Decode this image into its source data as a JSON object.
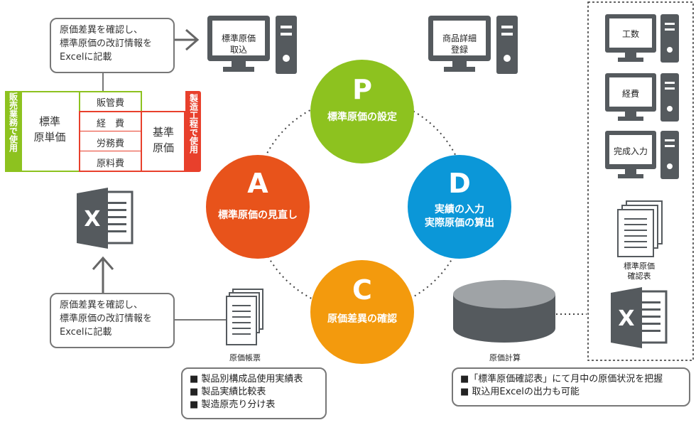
{
  "notes": {
    "top": [
      "原価差異を確認し、",
      "標準原価の改訂情報を",
      "Excelに記載"
    ],
    "bottom": [
      "原価差異を確認し、",
      "標準原価の改訂情報を",
      "Excelに記載"
    ]
  },
  "computers": {
    "import": [
      "標準原価",
      "取込"
    ],
    "product": [
      "商品詳細",
      "登録"
    ],
    "hours": "工数",
    "expense": "経費",
    "completion": "完成入力"
  },
  "table": {
    "sales_tag": "販売業務で使用",
    "mfg_tag": "製造工程で使用",
    "std_unit_cost": [
      "標準",
      "原単価"
    ],
    "base_cost": [
      "基準",
      "原価"
    ],
    "rows": [
      "販管費",
      "経　費",
      "労務費",
      "原料費"
    ]
  },
  "cycle": {
    "p": {
      "letter": "P",
      "label": "標準原価の設定",
      "color": "#8dc21f"
    },
    "d": {
      "letter": "D",
      "label1": "実績の入力",
      "label2": "実際原価の算出",
      "color": "#0b97d8"
    },
    "c": {
      "letter": "C",
      "label": "原価差異の確認",
      "color": "#f39a0d"
    },
    "a": {
      "letter": "A",
      "label": "標準原価の見直し",
      "color": "#e8531b"
    }
  },
  "captions": {
    "ledger": "原価帳票",
    "calc": "原価計算",
    "confirm_table": [
      "標準原価",
      "確認表"
    ]
  },
  "lists": {
    "ledger": [
      "■ 製品別構成品使用実績表",
      "■ 製品実績比較表",
      "■ 製造原売り分け表"
    ],
    "calc": [
      "■「標準原価確認表」にて月中の原価状況を把握",
      "■ 取込用Excelの出力も可能"
    ]
  },
  "icons": {
    "excel_letter": "X"
  },
  "colors": {
    "sales_green": "#8dc21f",
    "mfg_red": "#e8402c",
    "dark_gray": "#555a5e"
  }
}
